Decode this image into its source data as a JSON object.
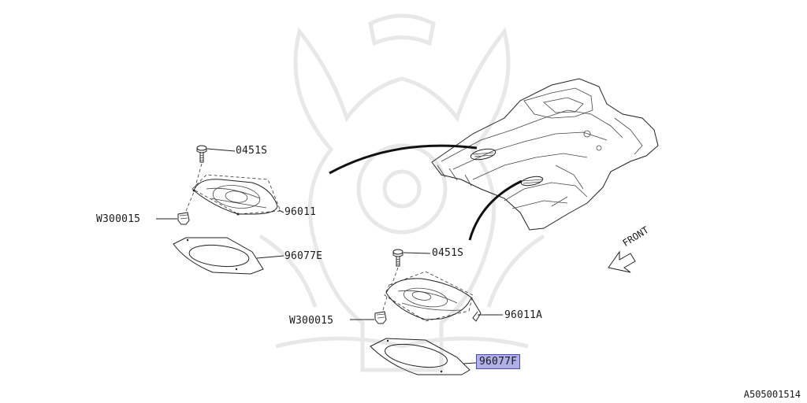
{
  "diagram": {
    "callouts": [
      {
        "id": "bolt-upper",
        "label": "0451S"
      },
      {
        "id": "pad-upper",
        "label": "96011"
      },
      {
        "id": "clip-upper",
        "label": "W300015"
      },
      {
        "id": "seal-upper",
        "label": "96077E"
      },
      {
        "id": "bolt-lower",
        "label": "0451S"
      },
      {
        "id": "pad-lower",
        "label": "96011A"
      },
      {
        "id": "clip-lower",
        "label": "W300015"
      },
      {
        "id": "seal-lower",
        "label": "96077F",
        "highlighted": true
      }
    ],
    "front_label": "FRONT",
    "diagram_code": "A505001514",
    "highlight_color": "#aeb0e6"
  }
}
